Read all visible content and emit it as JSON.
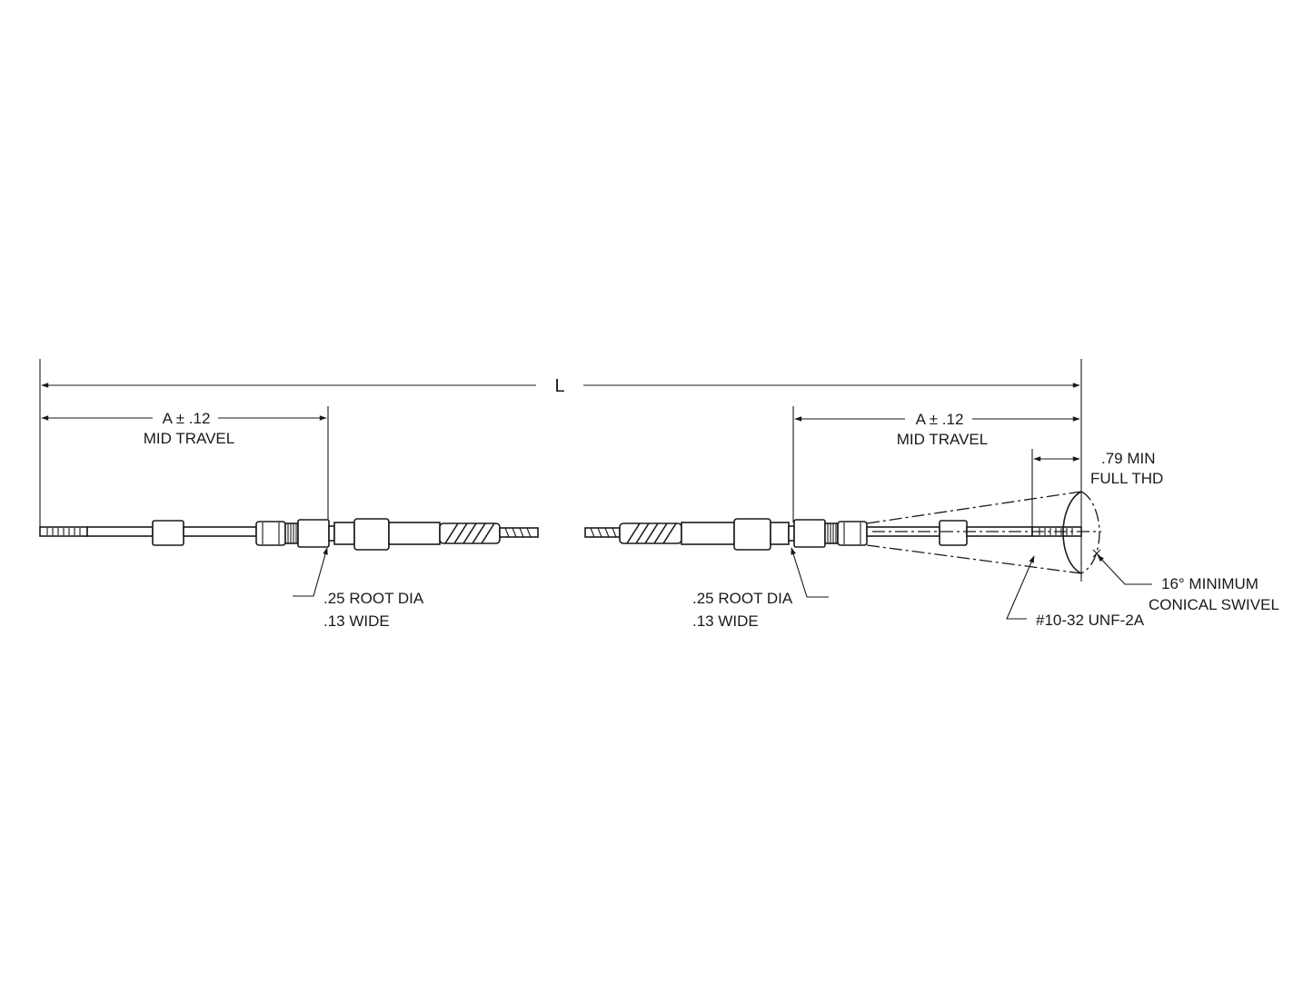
{
  "dimensions": {
    "overall_length": "L",
    "left_travel": "A ± .12",
    "left_travel_note": "MID TRAVEL",
    "right_travel": "A ± .12",
    "right_travel_note": "MID TRAVEL",
    "thread_length": ".79 MIN",
    "thread_length_note": "FULL THD"
  },
  "callouts": {
    "left_groove_dia": ".25 ROOT DIA",
    "left_groove_width": ".13 WIDE",
    "right_groove_dia": ".25 ROOT DIA",
    "right_groove_width": ".13 WIDE",
    "swivel_angle": "16° MINIMUM",
    "swivel_type": "CONICAL SWIVEL",
    "thread_spec": "#10-32 UNF-2A"
  }
}
